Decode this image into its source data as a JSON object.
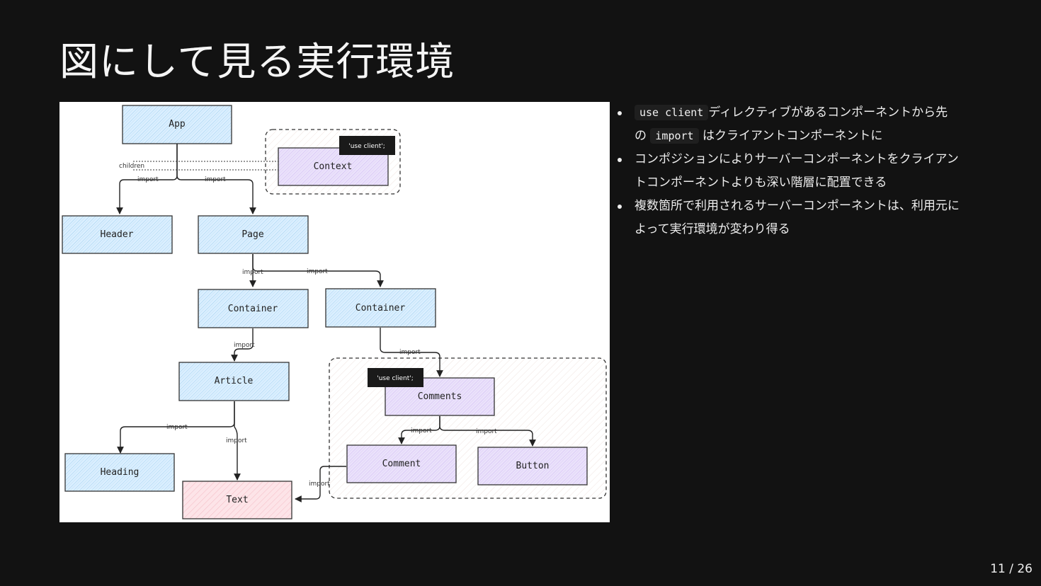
{
  "title": "図にして見る実行環境",
  "diagram": {
    "nodes": {
      "app": "App",
      "context": "Context",
      "header": "Header",
      "page": "Page",
      "container_left": "Container",
      "container_right": "Container",
      "article": "Article",
      "comments": "Comments",
      "comment": "Comment",
      "button": "Button",
      "heading": "Heading",
      "text": "Text"
    },
    "edge_labels": {
      "import": "import",
      "children": "children"
    },
    "use_client_tag": "'use client';",
    "colors": {
      "server": "#cfe8f7",
      "client": "#e6dcf8",
      "shared": "#fbe0e4",
      "boundary": "#f7f0ee"
    }
  },
  "bullets": [
    {
      "code": "use client",
      "text": "ディレクティブがあるコンポーネントから先",
      "code2": "import",
      "pre2": "の",
      "text2": "はクライアントコンポーネントに"
    },
    {
      "text": "コンポジションによりサーバーコンポーネントをクライアン",
      "text_line2": "トコンポーネントよりも深い階層に配置できる"
    },
    {
      "text": "複数箇所で利用されるサーバーコンポーネントは、利用元に",
      "text_line2": "よって実行環境が変わり得る"
    }
  ],
  "page_number": "11 / 26"
}
